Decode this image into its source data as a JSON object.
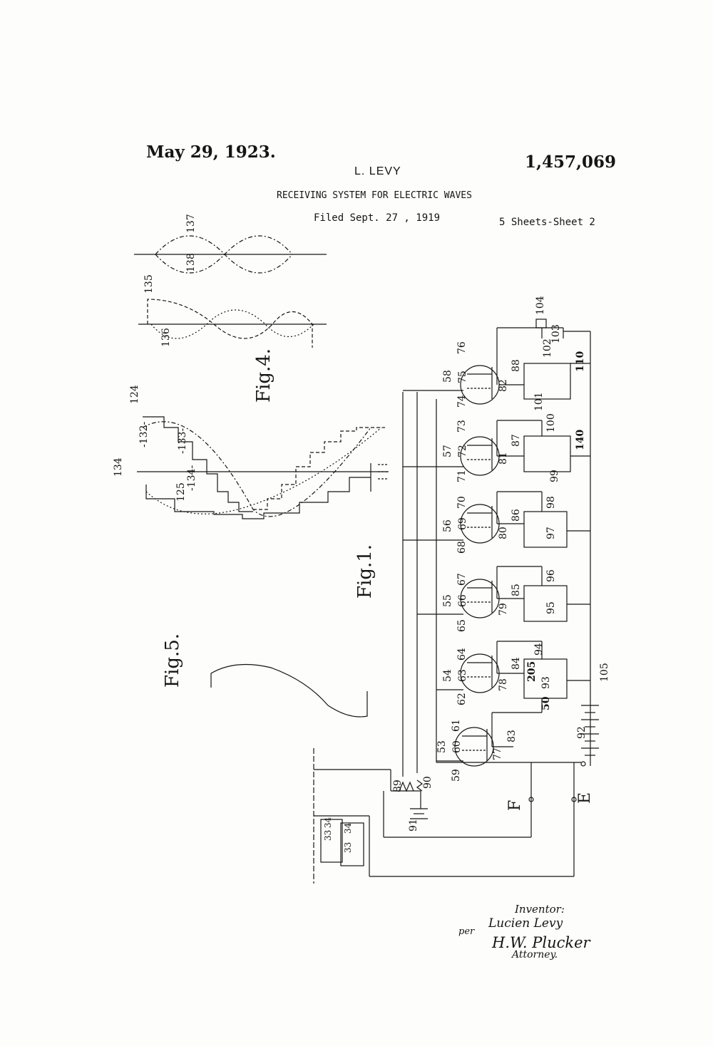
{
  "header": {
    "date": "May 29, 1923.",
    "patent_number": "1,457,069",
    "inventor_name": "L. LEVY",
    "title": "RECEIVING SYSTEM FOR ELECTRIC WAVES",
    "filed": "Filed Sept. 27 , 1919",
    "sheet": "5 Sheets-Sheet 2"
  },
  "figures": {
    "fig4": "Fig.4.",
    "fig5": "Fig.5.",
    "fig1a": "Fig.1."
  },
  "labels": {
    "l137": "137",
    "l138": "138",
    "l135": "135",
    "l136": "136",
    "l124": "124",
    "l132": "-132-",
    "l133": "-133-",
    "l134b": "-134-",
    "l134a": "134",
    "l125": "125",
    "l76": "76",
    "l58": "58",
    "l75": "75",
    "l74": "74",
    "l82": "82",
    "l88": "88",
    "l104": "104",
    "l103": "103",
    "l102": "102",
    "l110": "110",
    "l101": "101",
    "l73": "73",
    "l57": "57",
    "l72": "72",
    "l71": "71",
    "l81": "81",
    "l87": "87",
    "l100": "100",
    "l140": "140",
    "l99": "99",
    "l70": "70",
    "l56": "56",
    "l69": "69",
    "l68": "68",
    "l80": "80",
    "l86": "86",
    "l98": "98",
    "l97": "97",
    "l67": "67",
    "l55": "55",
    "l66": "66",
    "l65": "65",
    "l79": "79",
    "l85": "85",
    "l96": "96",
    "l95": "95",
    "l64": "64",
    "l54": "54",
    "l63": "63",
    "l62": "62",
    "l78": "78",
    "l84": "84",
    "l94": "94",
    "l205": "205",
    "l93": "93",
    "l50": "50",
    "l105": "105",
    "l61": "61",
    "l53": "53",
    "l60": "60",
    "l59": "59",
    "l77": "77",
    "l83": "83",
    "l92": "92",
    "l89": "89",
    "l90": "90",
    "l91": "91",
    "lF": "F",
    "lE": "E",
    "l33": "33",
    "l34": "34",
    "l33b": "33",
    "l34b2": "34"
  },
  "signature": {
    "inventor_label": "Inventor:",
    "inventor_signature": "Lucien Levy",
    "per": "per",
    "attorney_signature": "H.W. Plucker",
    "attorney_label": "Attorney."
  }
}
